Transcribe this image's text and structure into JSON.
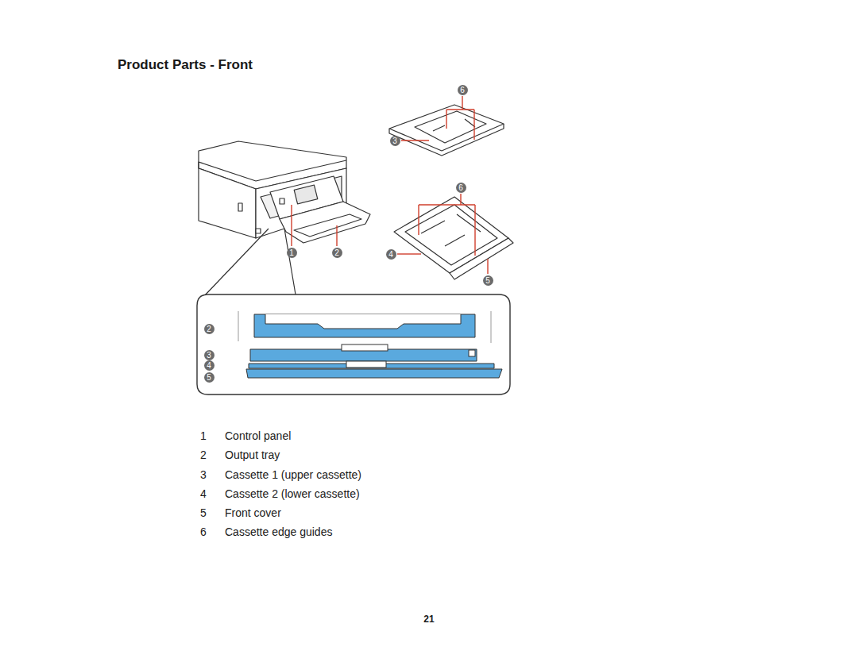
{
  "diagram": {
    "title": "Product Parts - Front",
    "labels": [
      "6",
      "3",
      "6",
      "1",
      "2",
      "4",
      "5",
      "2",
      "3",
      "4",
      "5",
      "1",
      "Control panel",
      "2",
      "Output tray",
      "3",
      "Cassette 1 (upper cassette)",
      "4",
      "Cassette 2 (lower cassette)",
      "5",
      "Front cover",
      "6",
      "Cassette edge guides",
      "21"
    ]
  }
}
